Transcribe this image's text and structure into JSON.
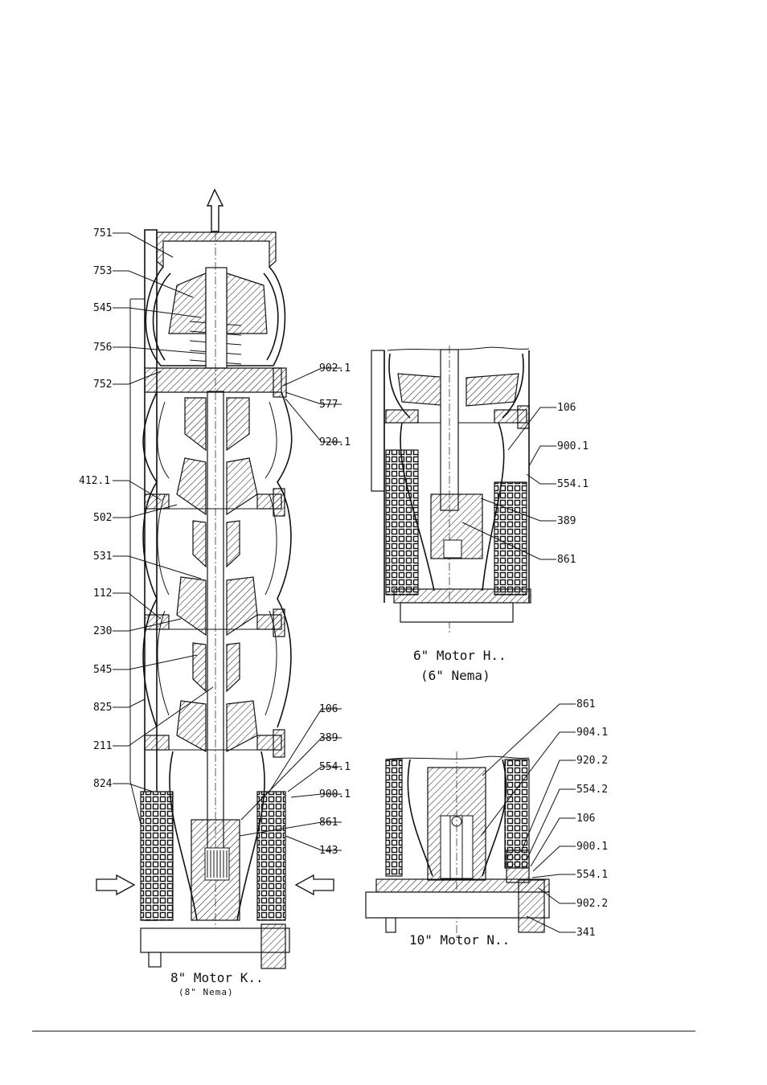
{
  "drawing_8in": {
    "caption": "8\" Motor K..",
    "subcaption": "(8\" Nema)",
    "labels_left": [
      "751",
      "753",
      "545",
      "756",
      "752",
      "412.1",
      "502",
      "531",
      "112",
      "230",
      "545",
      "825",
      "211",
      "824"
    ],
    "labels_right": [
      "902.1",
      "577",
      "920.1",
      "106",
      "389",
      "554.1",
      "900.1",
      "861",
      "143"
    ]
  },
  "drawing_6in": {
    "caption": "6\" Motor H..",
    "subcaption": "(6\" Nema)",
    "labels": [
      "106",
      "900.1",
      "554.1",
      "389",
      "861"
    ]
  },
  "drawing_10in": {
    "caption": "10\" Motor N..",
    "labels": [
      "861",
      "904.1",
      "920.2",
      "554.2",
      "106",
      "900.1",
      "554.1",
      "902.2",
      "341"
    ]
  }
}
